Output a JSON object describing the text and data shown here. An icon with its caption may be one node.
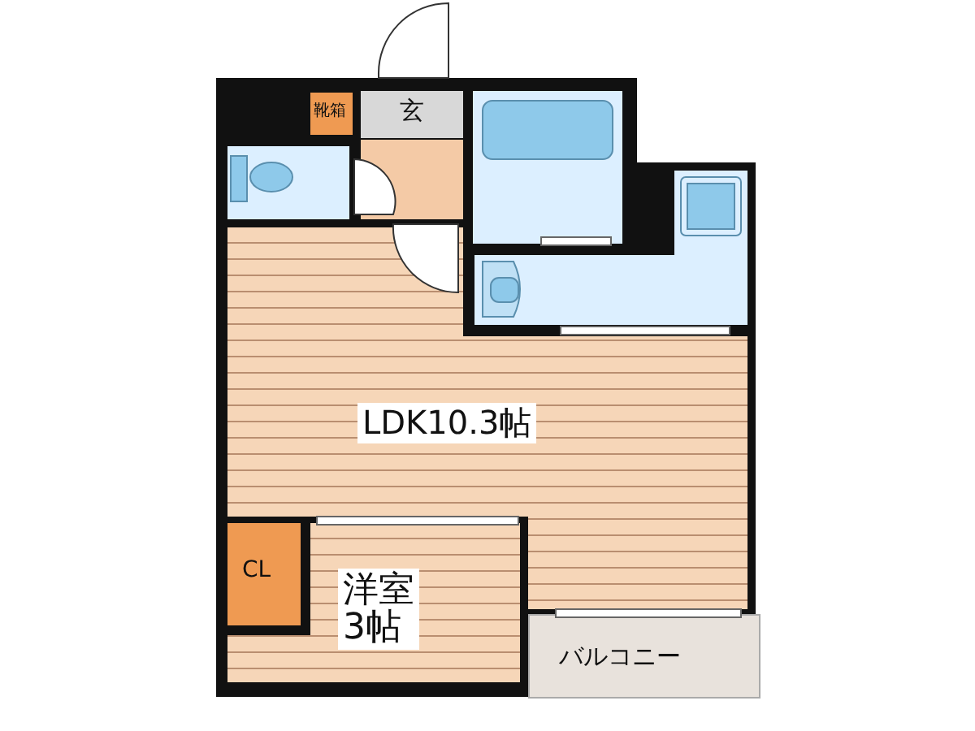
{
  "diagram": {
    "nodes": [
      {
        "text": [
          "靴箱"
        ]
      },
      {
        "text": [
          "玄"
        ]
      },
      {
        "text": [],
        "shape": "box"
      },
      {
        "text": [],
        "shape": "box"
      },
      {
        "text": [],
        "shape": "box"
      },
      {
        "text": [],
        "shape": "box"
      },
      {
        "text": [
          "LDK10.3帖"
        ]
      },
      {
        "text": [
          "CL"
        ],
        "in": 8
      },
      {
        "text": [
          "洋室",
          "3帖"
        ]
      },
      {
        "text": [
          "バルコニー"
        ]
      }
    ]
  }
}
